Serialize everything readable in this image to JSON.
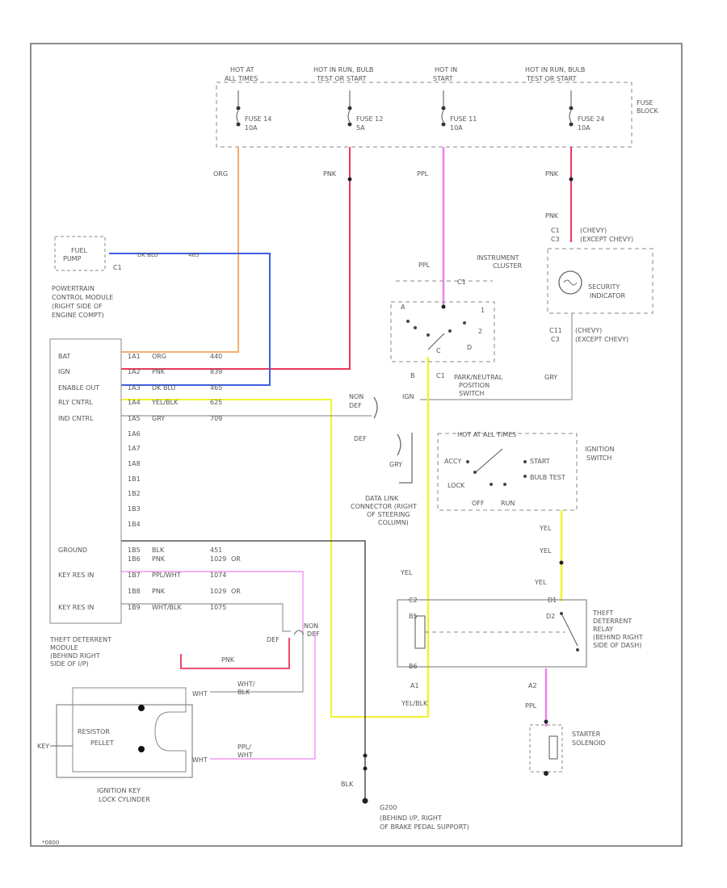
{
  "fuse_block": {
    "label_lines": [
      "FUSE",
      "BLOCK"
    ],
    "headers": [
      {
        "lines": [
          "HOT AT",
          "ALL TIMES"
        ]
      },
      {
        "lines": [
          "HOT IN RUN, BULB",
          "TEST OR START"
        ]
      },
      {
        "lines": [
          "HOT IN",
          "START"
        ]
      },
      {
        "lines": [
          "HOT IN RUN, BULB",
          "TEST OR START"
        ]
      }
    ],
    "fuses": [
      {
        "name": "FUSE 14",
        "rating": "10A"
      },
      {
        "name": "FUSE 12",
        "rating": "5A"
      },
      {
        "name": "FUSE 11",
        "rating": "10A"
      },
      {
        "name": "FUSE 24",
        "rating": "10A"
      }
    ]
  },
  "wire_colors": {
    "orange": "#f5a35c",
    "red": "#e8395a",
    "pink": "#ee82ee",
    "blue": "#3d5fe0",
    "yellow": "#f2f230",
    "gray": "#999999",
    "black": "#222222"
  },
  "wire_labels": {
    "fuse14_out": "ORG",
    "fuse12_out": "PNK",
    "fuse11_out": "PPL",
    "fuse24_out": "PNK",
    "fuse24_out_2": "PNK",
    "cluster_in": "PPL",
    "pn_switch_out": "YEL",
    "ign_run_out": "YEL",
    "ign_run_out_2": "YEL",
    "relay_in": "YEL",
    "relay_out": "PPL",
    "relay_c1_wire": "YEL/BLK",
    "ground_wire": "BLK",
    "cluster_out": "GRY",
    "dlc_wire": "GRY"
  },
  "fuel_pump": {
    "lines": [
      "FUEL",
      "PUMP"
    ],
    "conn": "C1"
  },
  "pcm": {
    "title_lines": [
      "POWERTRAIN",
      "CONTROL MODULE",
      "(RIGHT SIDE OF",
      "ENGINE COMPT)"
    ],
    "pins": [
      {
        "name": "BAT",
        "pin": "1A1",
        "wire": "ORG",
        "circ": "440"
      },
      {
        "name": "IGN",
        "pin": "1A2",
        "wire": "PNK",
        "circ": "839"
      },
      {
        "name": "ENABLE OUT",
        "pin": "1A3",
        "wire": "DK BLU",
        "circ": "465"
      },
      {
        "name": "RLY CNTRL",
        "pin": "1A4",
        "wire": "YEL/BLK",
        "circ": "625"
      },
      {
        "name": "IND CNTRL",
        "pin": "1A5",
        "wire": "GRY",
        "circ": "709"
      },
      {
        "name": "",
        "pin": "1A6",
        "wire": "",
        "circ": ""
      },
      {
        "name": "",
        "pin": "1A7",
        "wire": "",
        "circ": ""
      },
      {
        "name": "",
        "pin": "1A8",
        "wire": "",
        "circ": ""
      },
      {
        "name": "",
        "pin": "1B1",
        "wire": "",
        "circ": ""
      },
      {
        "name": "",
        "pin": "1B2",
        "wire": "",
        "circ": ""
      },
      {
        "name": "",
        "pin": "1B3",
        "wire": "",
        "circ": ""
      },
      {
        "name": "",
        "pin": "1B4",
        "wire": "",
        "circ": ""
      },
      {
        "name": "GROUND",
        "pin": "1B5",
        "wire": "BLK",
        "circ": "451"
      },
      {
        "name": "",
        "pin": "1B6",
        "wire": "PNK",
        "circ": "1029"
      },
      {
        "name": "KEY RES IN",
        "pin": "1B7",
        "wire": "PPL/WHT",
        "circ": "1074"
      },
      {
        "name": "",
        "pin": "1B8",
        "wire": "PNK",
        "circ": "1029"
      },
      {
        "name": "KEY RES IN",
        "pin": "1B9",
        "wire": "WHT/BLK",
        "circ": "1075"
      }
    ],
    "fuel_wire": "DK BLU",
    "fuel_circ": "465",
    "or_labels": [
      "OR",
      "OR"
    ]
  },
  "cluster": {
    "title_lines": [
      "INSTRUMENT",
      "CLUSTER"
    ],
    "conn_top": "C1",
    "conn_top_desc": "(CHEVY)",
    "conn_top_alt": "C3",
    "conn_top_alt_desc": "(EXCEPT CHEVY)",
    "conn_bot": "C11",
    "conn_bot_desc": "(CHEVY)",
    "conn_bot_alt": "C3",
    "conn_bot_alt_desc": "(EXCEPT CHEVY)",
    "indicator_lines": [
      "SECURITY",
      "INDICATOR"
    ]
  },
  "pn_switch": {
    "label_lines": [
      "PARK/NEUTRAL",
      "POSITION",
      "SWITCH"
    ],
    "pins": [
      "A",
      "1",
      "2",
      "D",
      "C"
    ],
    "conn_label": "C1",
    "in_pin": "C1",
    "extra": "B",
    "ign_label": "IGN"
  },
  "dlc": {
    "label_lines": [
      "DATA LINK",
      "CONNECTOR (RIGHT",
      "OF STEERING",
      "COLUMN)"
    ],
    "tags": [
      "NON",
      "DEF",
      "DEF"
    ]
  },
  "ign_switch": {
    "title_lines": [
      "IGNITION",
      "SWITCH"
    ],
    "hot_label": "HOT AT ALL TIMES",
    "positions": [
      "ACCY",
      "LOCK",
      "OFF",
      "RUN",
      "START",
      "BULB TEST"
    ]
  },
  "relay": {
    "title_lines": [
      "THEFT",
      "DETERRENT",
      "RELAY",
      "(BEHIND RIGHT",
      "SIDE OF DASH)"
    ],
    "pins": [
      "C2",
      "B5",
      "B6",
      "D1",
      "D2",
      "A1",
      "A2"
    ]
  },
  "theft_module": {
    "title_lines": [
      "THEFT DETERRENT",
      "MODULE",
      "(BEHIND RIGHT",
      "SIDE OF I/P)"
    ]
  },
  "vats": {
    "lines": [
      "RESISTOR",
      "PELLET"
    ],
    "key_label": "KEY",
    "cyl_lines": [
      "IGNITION KEY",
      "LOCK CYLINDER"
    ],
    "wire_a_lines": [
      "WHT/",
      "BLK"
    ],
    "wire_b_lines": [
      "PPL/",
      "WHT"
    ],
    "wire_a_conn": "WHT",
    "wire_b_conn": "WHT",
    "non_label": "NON",
    "non_label2": "DEF",
    "def_label": "DEF"
  },
  "starter": {
    "lines": [
      "STARTER",
      "SOLENOID"
    ]
  },
  "ground": {
    "name": "G200",
    "lines": [
      "(BEHIND I/P, RIGHT",
      "OF BRAKE PEDAL SUPPORT)"
    ]
  },
  "diagram_id": "*0800"
}
